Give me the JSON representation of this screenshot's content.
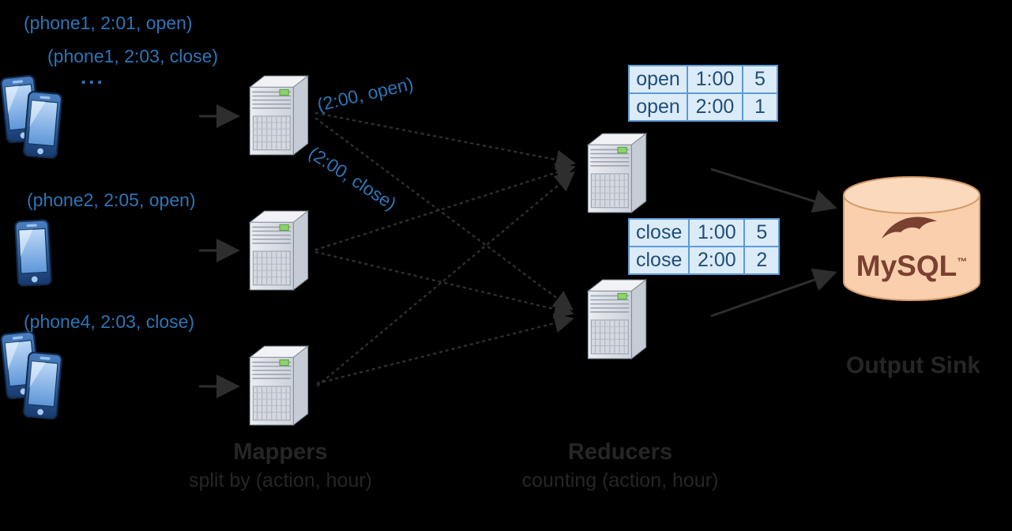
{
  "colors": {
    "background": "#000000",
    "event_text": "#2e75b6",
    "table_border": "#5b9bd5",
    "table_fill": "#dcebf8",
    "table_text": "#1f4e79",
    "cylinder_fill": "#f9cfad",
    "cylinder_stroke": "#d69a6a",
    "mysql_text": "#7a4030",
    "faint_black_text": "#262626"
  },
  "icons": {
    "phone": "phone-icon",
    "mapper_server": "server-tower-icon",
    "reducer_server": "server-tower-icon",
    "database": "database-cylinder-icon",
    "dolphin": "mysql-dolphin-icon",
    "arrow": "arrow-icon"
  },
  "events": {
    "e1": "(phone1, 2:01, open)",
    "e2": "(phone1, 2:03, close)",
    "ellipsis": "...",
    "e3": "(phone2, 2:05, open)",
    "e4": "(phone4, 2:03, close)"
  },
  "edge_labels": {
    "open": "(2:00, open)",
    "close": "(2:00, close)"
  },
  "tables": {
    "open": {
      "rows": [
        [
          "open",
          "1:00",
          "5"
        ],
        [
          "open",
          "2:00",
          "1"
        ]
      ]
    },
    "close": {
      "rows": [
        [
          "close",
          "1:00",
          "5"
        ],
        [
          "close",
          "2:00",
          "2"
        ]
      ]
    }
  },
  "sink": {
    "db_label": "MySQL",
    "tm": "™",
    "caption": "Output Sink"
  },
  "captions": {
    "mappers_title": "Mappers",
    "mappers_sub": "split by (action, hour)",
    "reducers_title": "Reducers",
    "reducers_sub": "counting (action, hour)"
  }
}
